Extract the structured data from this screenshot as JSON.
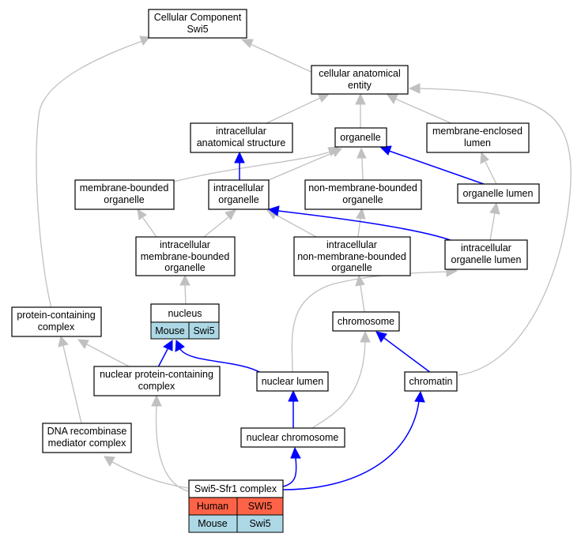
{
  "nodes": {
    "cellular_component": [
      "Cellular Component",
      "Swi5"
    ],
    "cellular_anatomical_entity": [
      "cellular anatomical",
      "entity"
    ],
    "intracellular_anatomical_structure": [
      "intracellular",
      "anatomical structure"
    ],
    "organelle": [
      "organelle"
    ],
    "membrane_enclosed_lumen": [
      "membrane-enclosed",
      "lumen"
    ],
    "membrane_bounded_organelle": [
      "membrane-bounded",
      "organelle"
    ],
    "intracellular_organelle": [
      "intracellular",
      "organelle"
    ],
    "non_membrane_bounded_organelle": [
      "non-membrane-bounded",
      "organelle"
    ],
    "organelle_lumen": [
      "organelle lumen"
    ],
    "intracellular_membrane_bounded_organelle": [
      "intracellular",
      "membrane-bounded",
      "organelle"
    ],
    "intracellular_non_membrane_bounded_organelle": [
      "intracellular",
      "non-membrane-bounded",
      "organelle"
    ],
    "intracellular_organelle_lumen": [
      "intracellular",
      "organelle lumen"
    ],
    "nucleus": [
      "nucleus"
    ],
    "protein_containing_complex": [
      "protein-containing",
      "complex"
    ],
    "chromosome": [
      "chromosome"
    ],
    "nuclear_protein_containing_complex": [
      "nuclear protein-containing",
      "complex"
    ],
    "nuclear_lumen": [
      "nuclear lumen"
    ],
    "chromatin": [
      "chromatin"
    ],
    "dna_recombinase_mediator_complex": [
      "DNA recombinase",
      "mediator complex"
    ],
    "nuclear_chromosome": [
      "nuclear chromosome"
    ],
    "swi5_sfr1_complex": [
      "Swi5-Sfr1 complex"
    ]
  },
  "annotations": {
    "nucleus": [
      {
        "species": "Mouse",
        "gene": "Swi5",
        "color": "#add8e6"
      }
    ],
    "swi5_sfr1_complex": [
      {
        "species": "Human",
        "gene": "SWI5",
        "color": "#ff6347"
      },
      {
        "species": "Mouse",
        "gene": "Swi5",
        "color": "#add8e6"
      }
    ]
  },
  "colors": {
    "edge_default": "#c0c0c0",
    "edge_highlight": "#0000ff",
    "human": "#ff6347",
    "mouse": "#add8e6"
  }
}
